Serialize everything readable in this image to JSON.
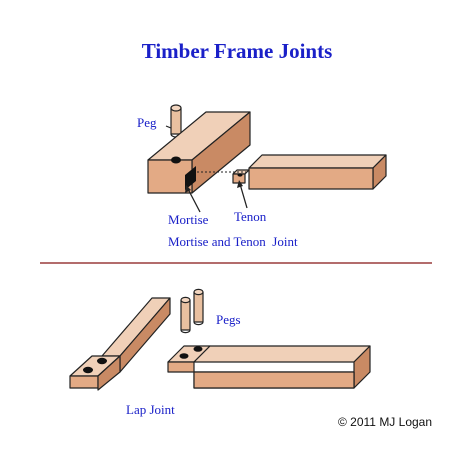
{
  "title": "Timber Frame Joints",
  "mortise_tenon": {
    "peg_label": "Peg",
    "mortise_label": "Mortise",
    "tenon_label": "Tenon",
    "caption": "Mortise and Tenon  Joint"
  },
  "lap": {
    "pegs_label": "Pegs",
    "caption": "Lap Joint"
  },
  "copyright": "© 2011 MJ Logan",
  "colors": {
    "title": "#1a20c8",
    "label": "#1a20c8",
    "wood_top": "#f0d0b8",
    "wood_front": "#e3aa85",
    "wood_side": "#c98a64",
    "outline": "#222222",
    "divider": "#9a3b3b",
    "peg": "#e9c0a0"
  }
}
